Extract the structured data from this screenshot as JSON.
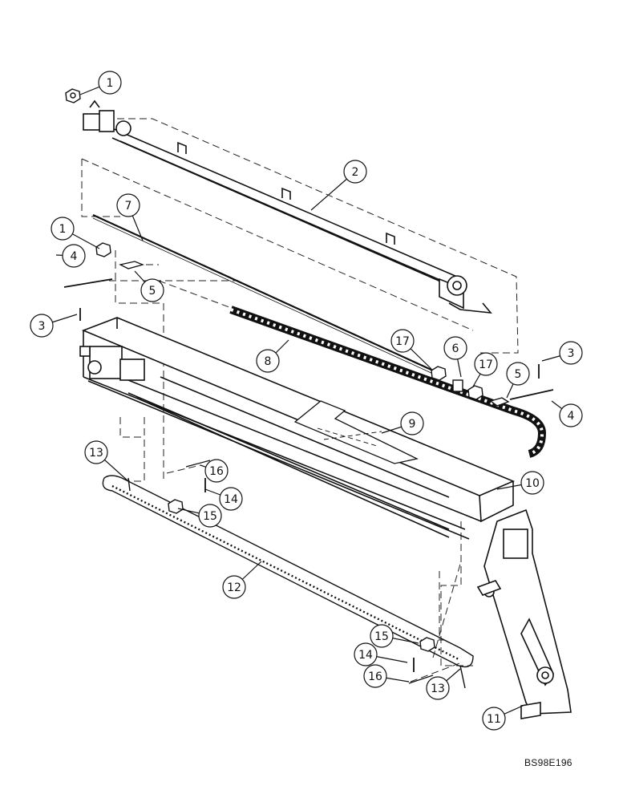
{
  "drawing_code": "BS98E196",
  "callouts": [
    "1",
    "2",
    "7",
    "1",
    "4",
    "5",
    "3",
    "8",
    "17",
    "6",
    "17",
    "5",
    "3",
    "4",
    "9",
    "10",
    "13",
    "16",
    "14",
    "15",
    "12",
    "15",
    "14",
    "16",
    "13",
    "11"
  ]
}
